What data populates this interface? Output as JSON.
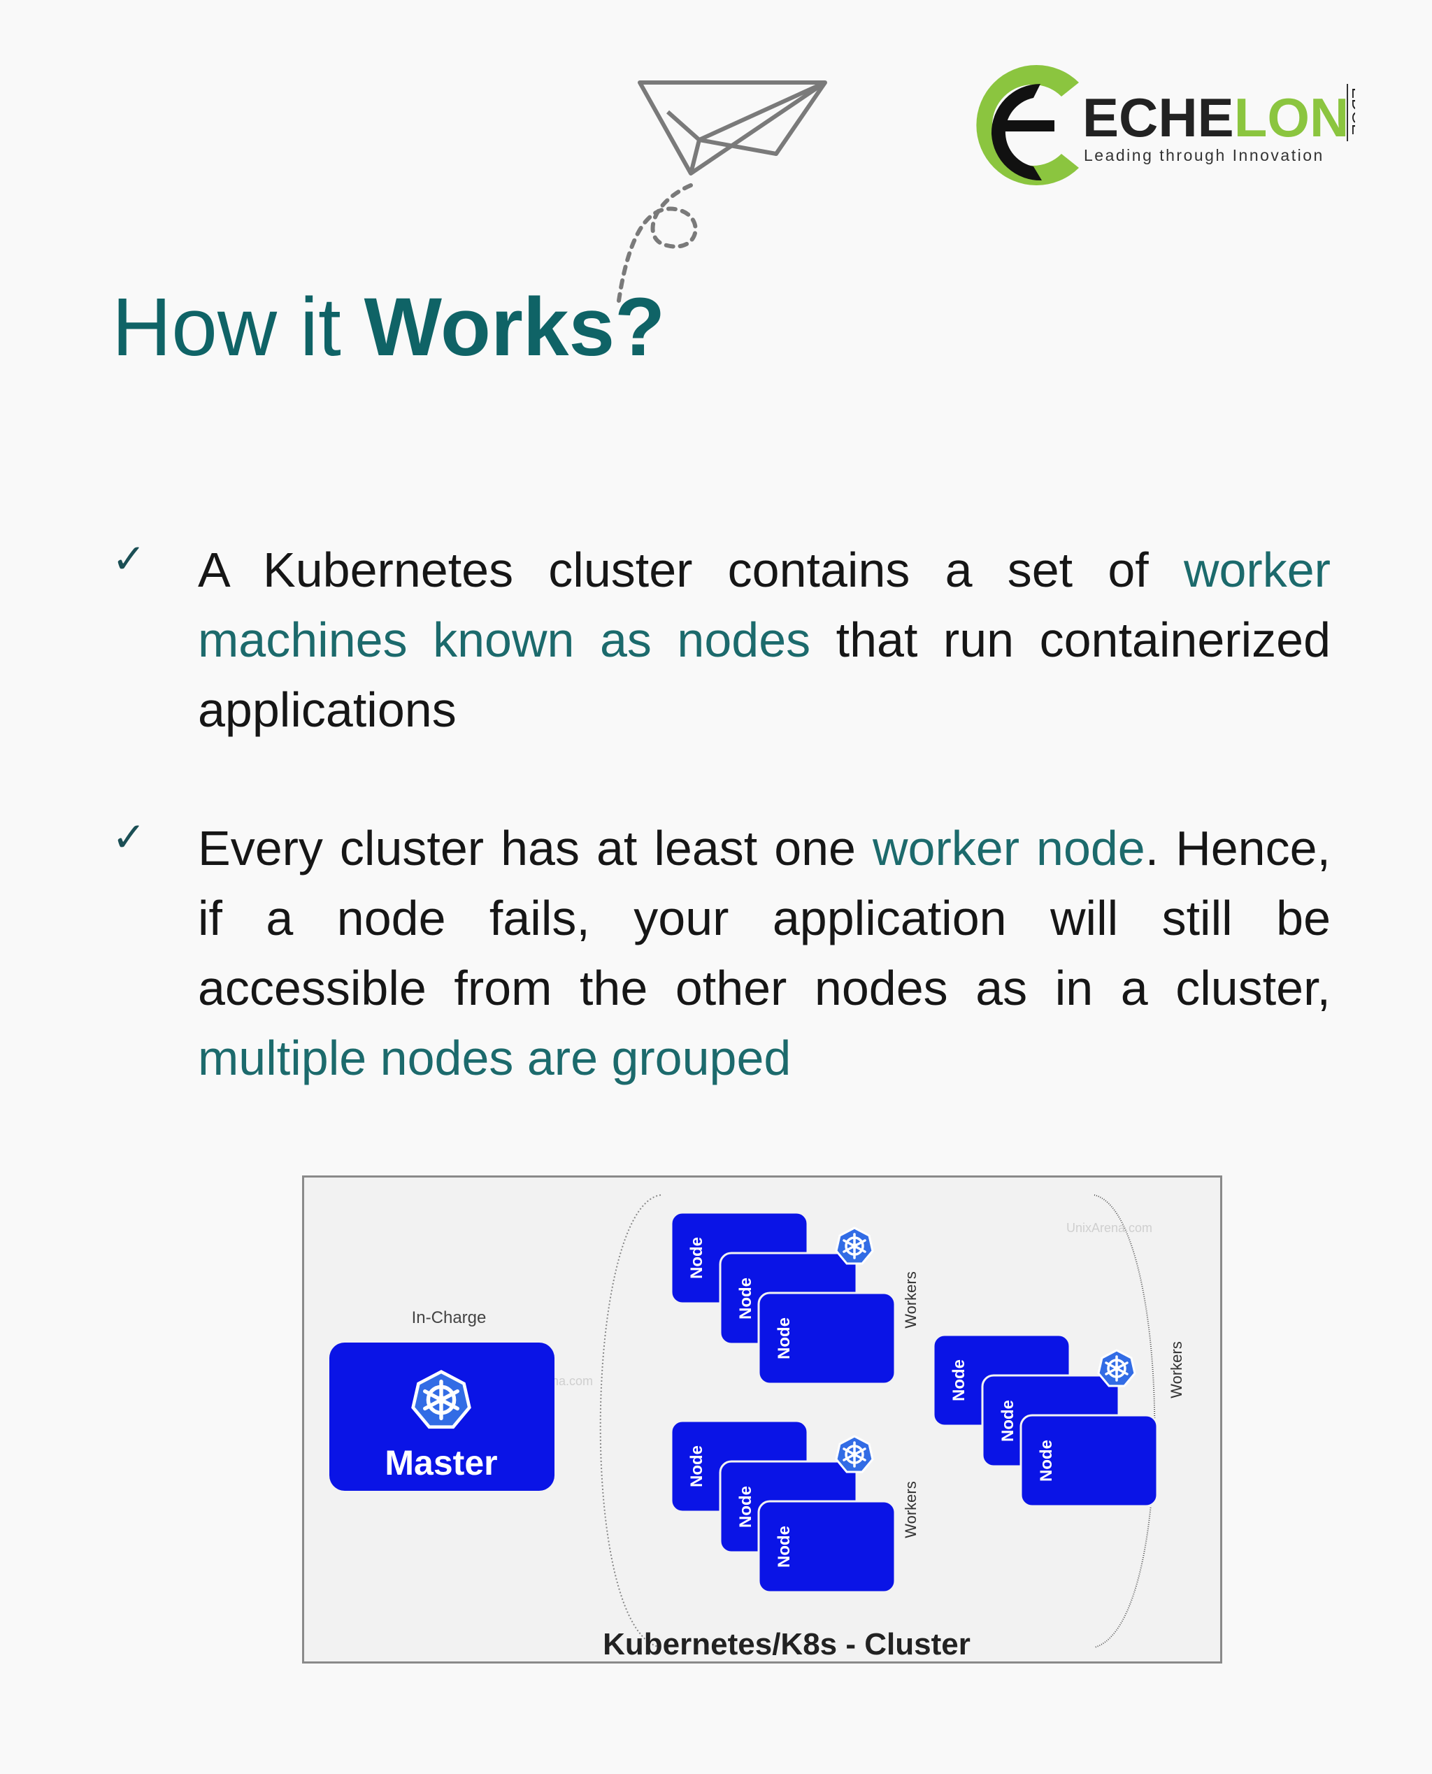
{
  "logo": {
    "brand": "ECHELON",
    "brand_part1": "ECHE",
    "brand_part2": "LON",
    "edge": "EDGE",
    "tagline": "Leading through Innovation"
  },
  "title": {
    "regular": "How it ",
    "bold": "Works?"
  },
  "bullets": [
    {
      "check": "✓",
      "text1": "A Kubernetes cluster contains a set of ",
      "highlight1": "worker machines known as nodes",
      "text2": " that run containerized applications",
      "highlight2": "",
      "text3": ""
    },
    {
      "check": "✓",
      "text1": "Every cluster has at least one ",
      "highlight1": "worker node",
      "text2": ". Hence, if a node fails, your application will still be accessible from the other nodes as in a cluster, ",
      "highlight2": "multiple nodes are grouped",
      "text3": ""
    }
  ],
  "diagram": {
    "incharge_label": "In-Charge",
    "master_label": "Master",
    "node_label": "Node",
    "workers_label": "Workers",
    "watermark": "UnixArena.com",
    "caption": "Kubernetes/K8s - Cluster",
    "colors": {
      "node_blue": "#0a14e6",
      "k8s_icon": "#326ce5",
      "brand_green": "#8bc53f",
      "title_teal": "#0f6366"
    }
  }
}
